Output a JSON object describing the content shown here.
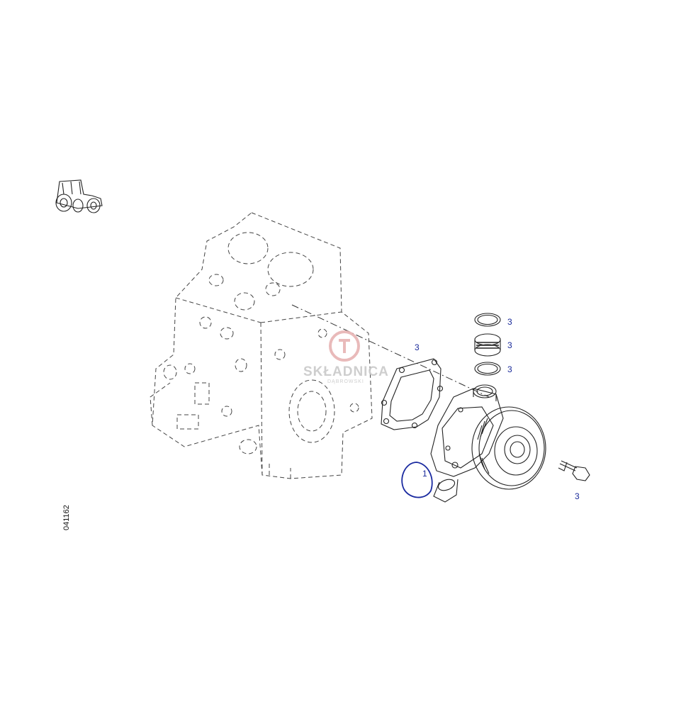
{
  "diagram": {
    "reference_code": "041162",
    "callouts": [
      {
        "id": "callout-seal-top",
        "label": "3"
      },
      {
        "id": "callout-seal-mid",
        "label": "3"
      },
      {
        "id": "callout-seal-low",
        "label": "3"
      },
      {
        "id": "callout-gasket",
        "label": "3"
      },
      {
        "id": "callout-bolt",
        "label": "3"
      },
      {
        "id": "callout-pump",
        "label": "1"
      }
    ]
  },
  "watermark": {
    "brand": "SKŁADNICA",
    "sub": "DĄBROWSKI"
  },
  "colors": {
    "callout": "#1a2a9a",
    "circle_mark": "#1a2aa0",
    "watermark": "#c9c9c9",
    "watermark_logo": "#e7b3b3"
  },
  "icons": [
    "tractor-icon"
  ]
}
